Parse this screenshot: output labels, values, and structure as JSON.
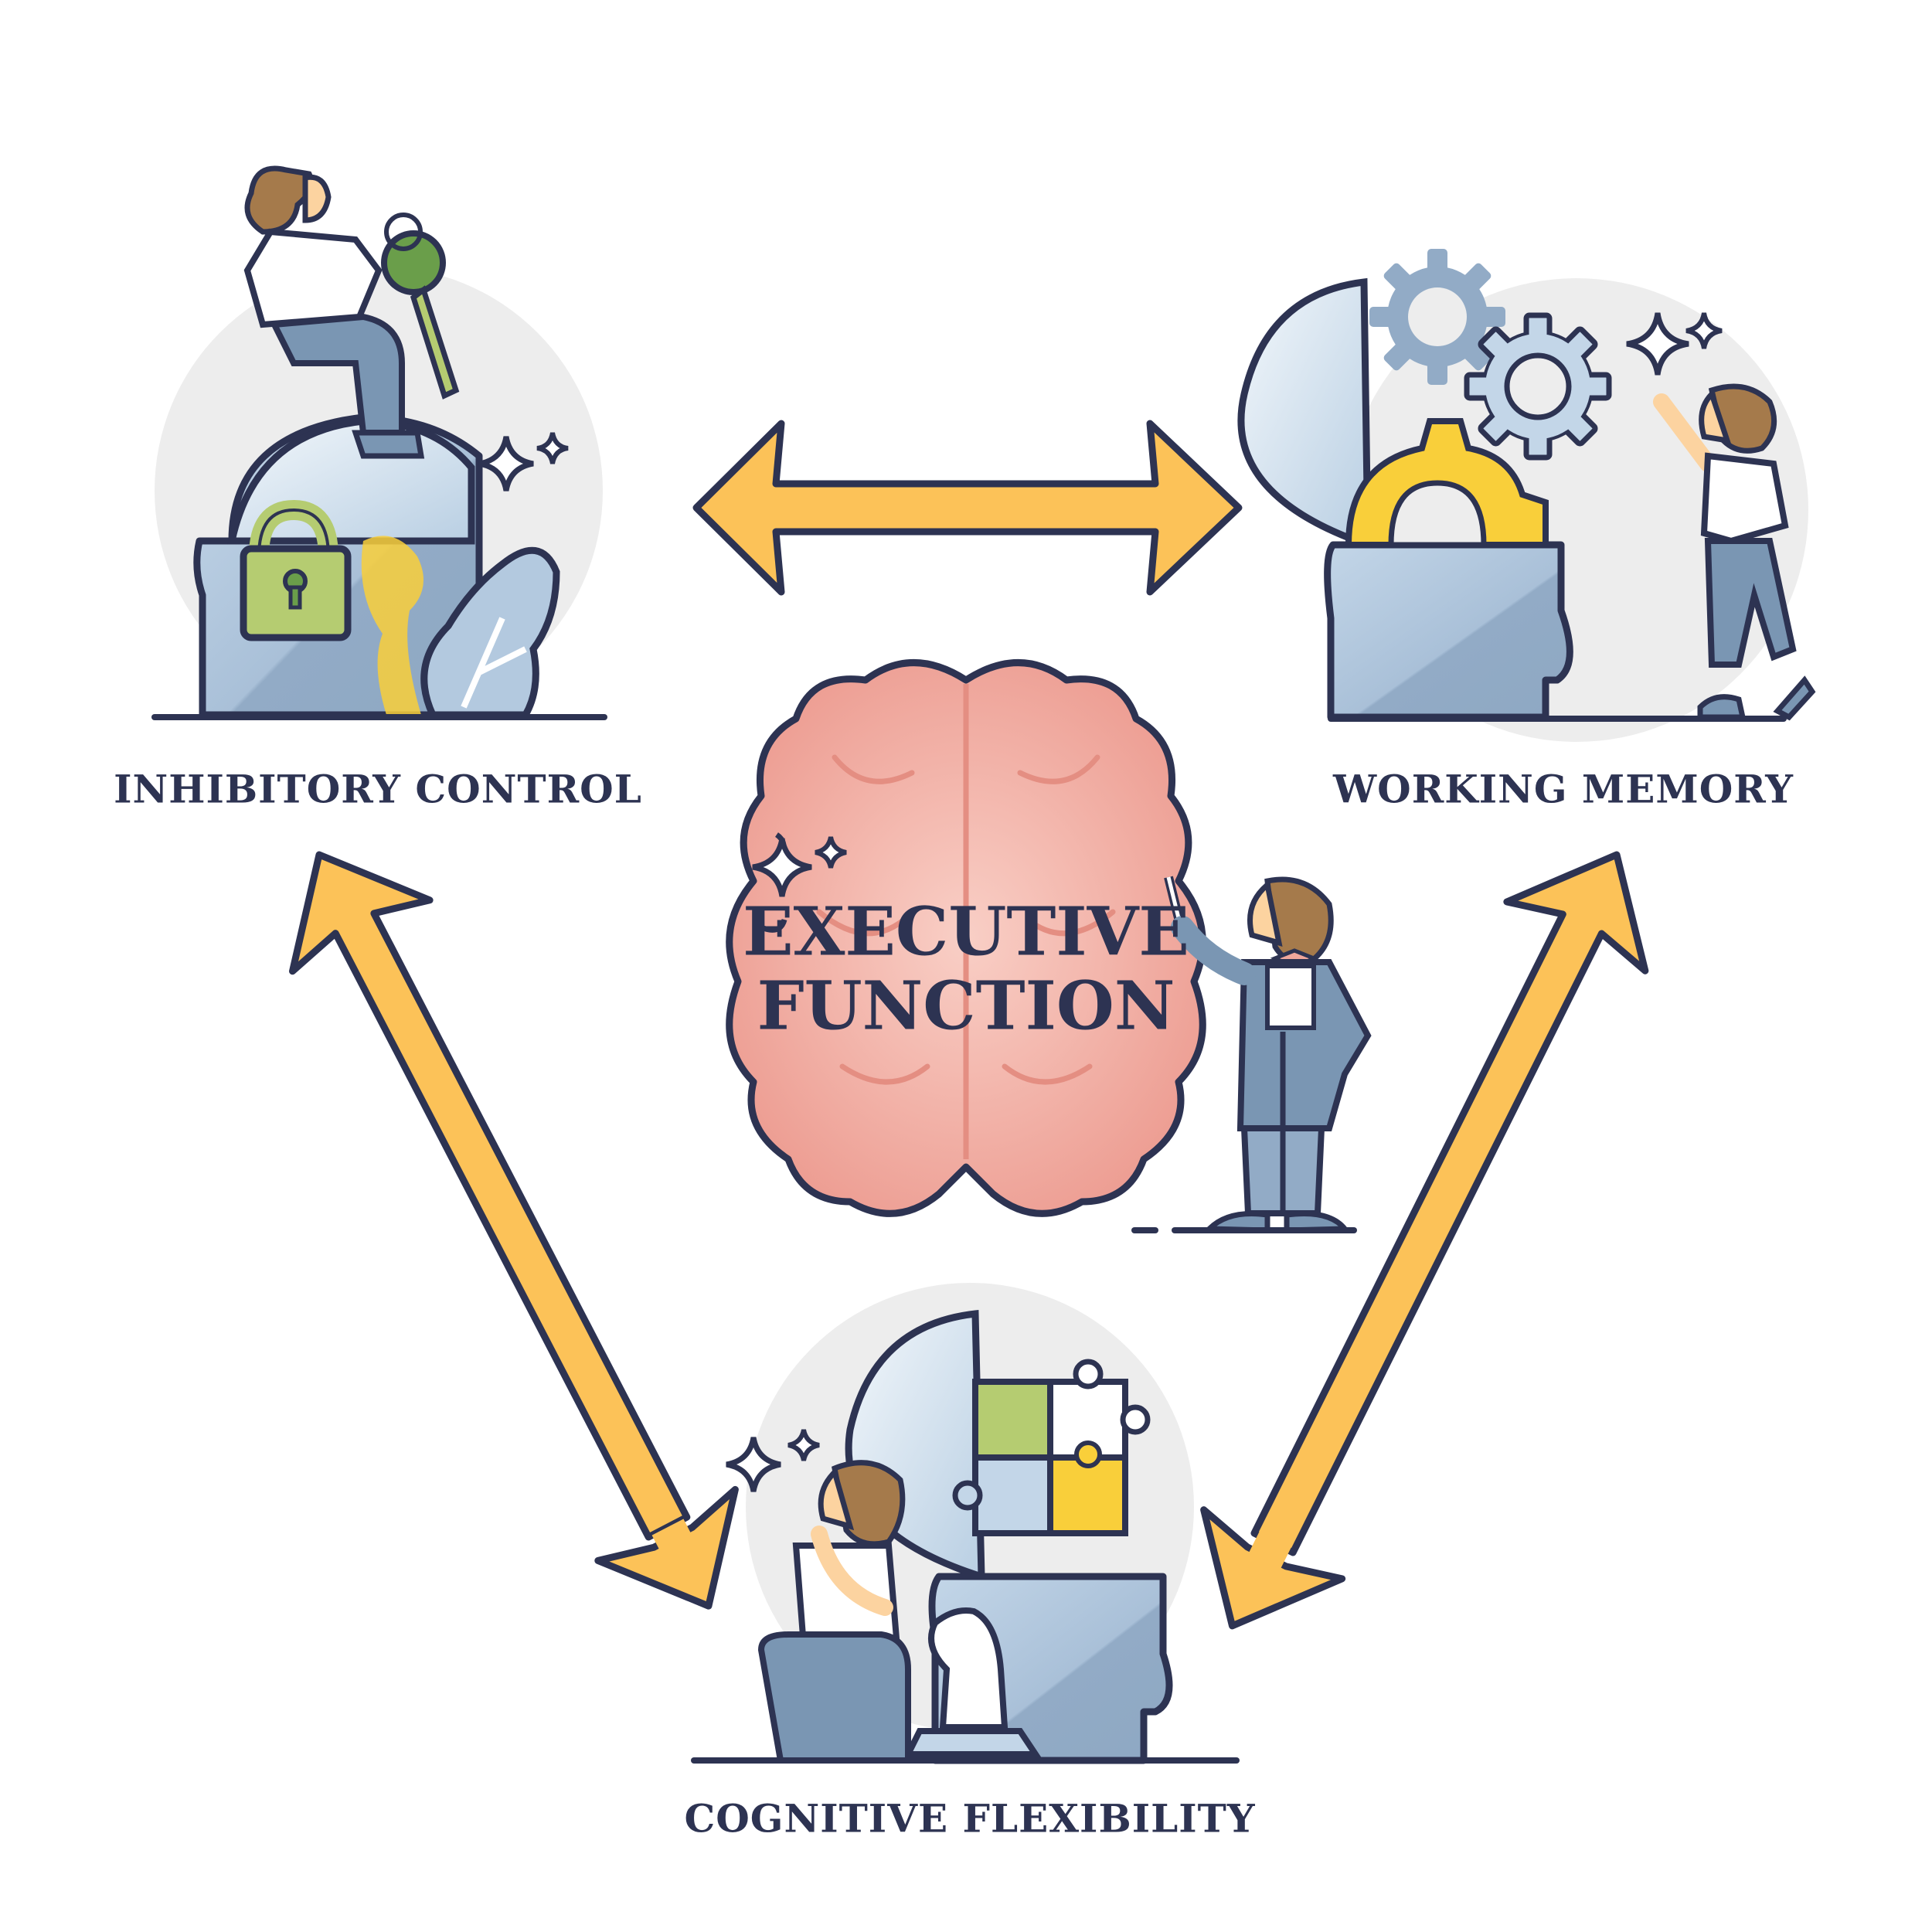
{
  "diagram": {
    "title_line1": "EXECUTIVE",
    "title_line2": "FUNCTION",
    "nodes": [
      {
        "id": "inhibitory",
        "label": "INHIBITORY CONTROL",
        "icon": "head-with-padlock-and-key-icon"
      },
      {
        "id": "working",
        "label": "WORKING MEMORY",
        "icon": "open-head-with-gears-icon"
      },
      {
        "id": "cognitive",
        "label": "COGNITIVE FLEXIBILITY",
        "icon": "open-head-with-puzzle-and-chess-knight-icon"
      }
    ],
    "connections": [
      {
        "from": "INHIBITORY CONTROL",
        "to": "WORKING MEMORY",
        "type": "bidirectional"
      },
      {
        "from": "INHIBITORY CONTROL",
        "to": "COGNITIVE FLEXIBILITY",
        "type": "bidirectional"
      },
      {
        "from": "WORKING MEMORY",
        "to": "COGNITIVE FLEXIBILITY",
        "type": "bidirectional"
      }
    ],
    "center_icon": "brain-with-presenter-icon"
  },
  "colors": {
    "text": "#2d3352",
    "outline": "#2d3352",
    "arrow": "#fcc258",
    "brain": "#f0a79c",
    "brain_light": "#f8c7bd",
    "head": "#92abc6",
    "head_light": "#c3d6e8",
    "backdrop": "#ededed",
    "green": "#b5cc71",
    "yellow": "#f9cf3a",
    "hair": "#a57a4b",
    "skin": "#fcd3a0"
  }
}
